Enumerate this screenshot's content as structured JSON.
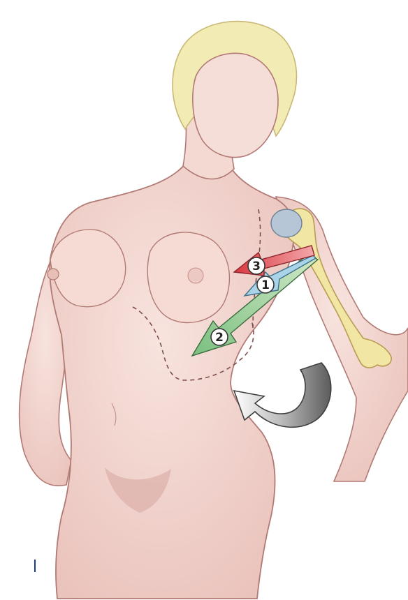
{
  "colors": {
    "background": "#ffffff",
    "skin": "#f4d8d2",
    "skin_shade": "#e3b8b1",
    "outline": "#b17a74",
    "hair": "#f3ebb4",
    "hair_outline": "#c9b873",
    "bone": "#f1e6a4",
    "bone_outline": "#b89b52",
    "joint": "#b7c6d6",
    "arrow_red": "#d9383f",
    "arrow_green": "#8dc98f",
    "arrow_blue": "#a9d3e6",
    "curve_arrow": "#8a8a8a",
    "dashed_line": "#7d4f4a"
  },
  "markers": [
    {
      "id": "1",
      "label": "1",
      "arrow": "blue"
    },
    {
      "id": "2",
      "label": "2",
      "arrow": "green"
    },
    {
      "id": "3",
      "label": "3",
      "arrow": "red"
    }
  ]
}
